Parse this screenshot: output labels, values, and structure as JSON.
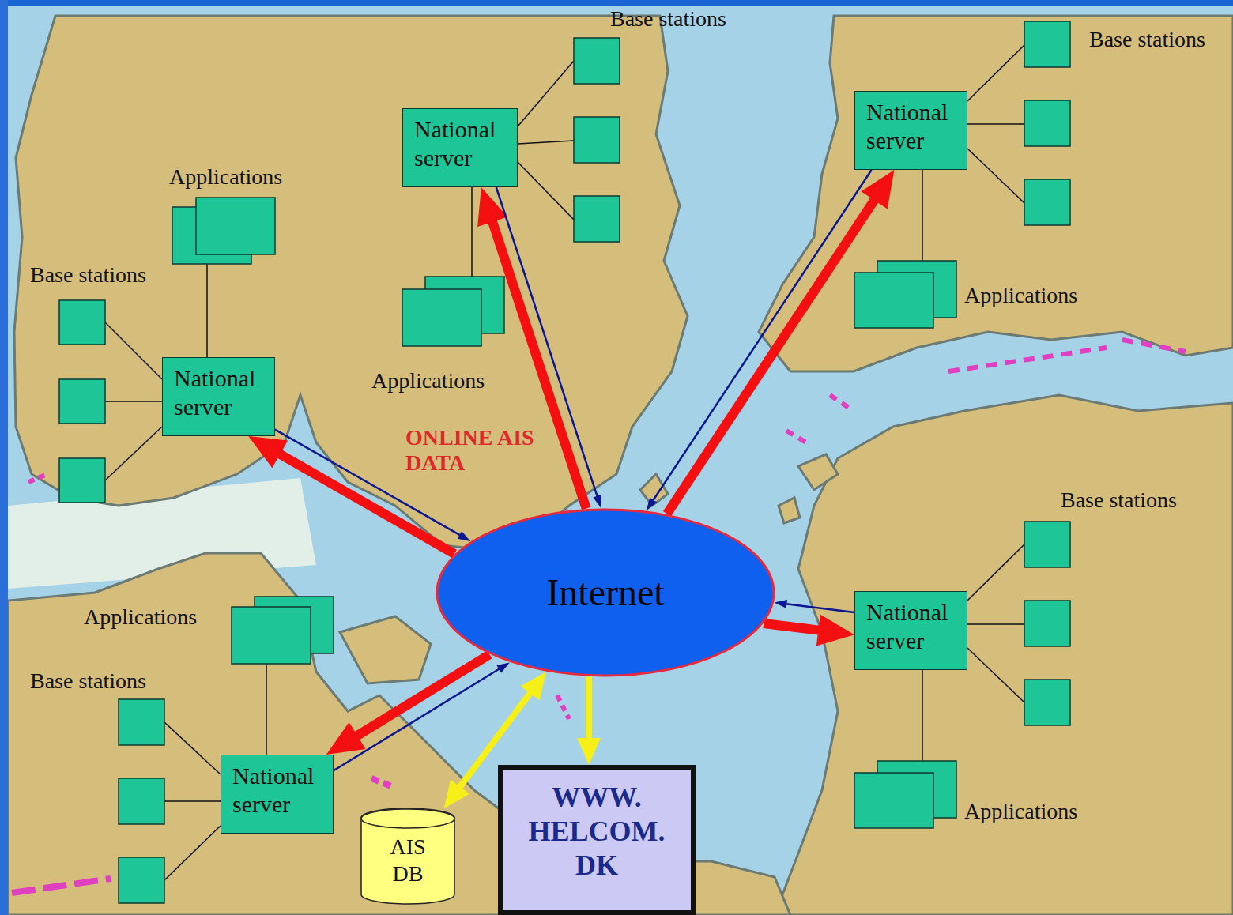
{
  "diagram": {
    "nodes": [
      {
        "text": [
          "National server"
        ]
      },
      {
        "text": [
          "National server"
        ]
      },
      {
        "text": [
          "National server"
        ]
      },
      {
        "text": [
          "Internet"
        ]
      },
      {
        "text": [
          "National server"
        ]
      },
      {
        "text": [
          "National server"
        ]
      },
      {
        "text": [
          "AIS DB"
        ]
      },
      {
        "text": [
          "WWW. HELCOM. DK"
        ]
      }
    ],
    "edges": [
      {
        "from": 3,
        "to": 2,
        "arrow": "to"
      },
      {
        "from": 2,
        "to": 3,
        "arrow": "to"
      },
      {
        "from": 3,
        "to": 0,
        "arrow": "to"
      },
      {
        "from": 0,
        "to": 3,
        "arrow": "to"
      },
      {
        "from": 3,
        "to": 1,
        "arrow": "to"
      },
      {
        "from": 1,
        "to": 3,
        "arrow": "to"
      },
      {
        "from": 3,
        "to": 4,
        "arrow": "to"
      },
      {
        "from": 4,
        "to": 3,
        "arrow": "to"
      },
      {
        "from": 3,
        "to": 5,
        "arrow": "to"
      },
      {
        "from": 5,
        "to": 3,
        "arrow": "to"
      },
      {
        "from": 6,
        "to": 3,
        "arrow": "both"
      },
      {
        "from": 3,
        "to": 7,
        "arrow": "to"
      }
    ],
    "labels": [
      "Base stations",
      "Base stations",
      "Applications",
      "Base stations",
      "Applications",
      "Applications",
      "ONLINE AIS DATA",
      "Base stations",
      "Applications",
      "Base stations",
      "Applications"
    ]
  }
}
